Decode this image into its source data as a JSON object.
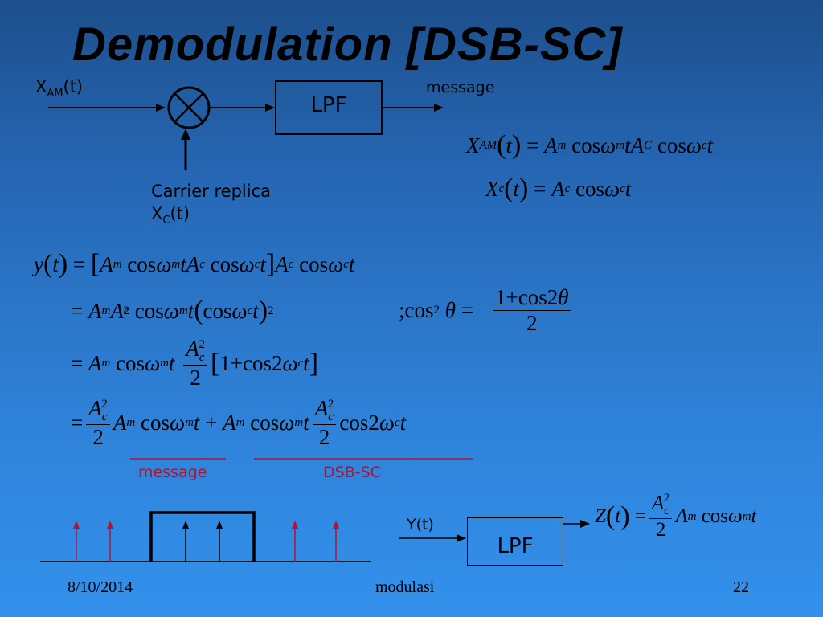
{
  "slide": {
    "title": "Demodulation [DSB-SC]"
  },
  "block_diagram": {
    "input_label_main": "X",
    "input_label_sub": "AM",
    "input_label_arg": "(t)",
    "lpf_label": "LPF",
    "output_label": "message",
    "carrier_line1": "Carrier replica",
    "carrier_label_main": "X",
    "carrier_label_sub": "C",
    "carrier_label_arg": "(t)"
  },
  "equations": {
    "xam": "X_AM(t) = A_m cos ω_m t A_C cos ω_c t",
    "xc": "X_c(t) = A_c cos ω_c t",
    "y_line1": "y(t) = [A_m cos ω_m t A_c cos ω_c t] A_c cos ω_c t",
    "y_line2": "= A_m A_c^2 cos ω_m t (cos ω_c t)^2",
    "identity": "; cos^2 θ = (1 + cos 2θ) / 2",
    "y_line3": "= A_m cos ω_m t (A_c^2 / 2) [1 + cos 2ω_c t]",
    "y_line4": "= (A_c^2 / 2) A_m cos ω_m t + A_m cos ω_m t (A_c^2 / 2) cos 2ω_c t"
  },
  "annotations": {
    "message": "message",
    "dsbsc": "DSB-SC"
  },
  "bottom_diagram": {
    "input_label": "Y(t)",
    "lpf_label": "LPF",
    "output_eq": "Z(t) = (A_c^2 / 2) A_m cos ω_m t"
  },
  "footer": {
    "date": "8/10/2014",
    "center": "modulasi",
    "page": "22"
  },
  "colors": {
    "annotation_red": "#b5122a",
    "spectrum_red": "#b5122a",
    "background_top": "#1d4f8c",
    "background_bottom": "#3391ec"
  }
}
